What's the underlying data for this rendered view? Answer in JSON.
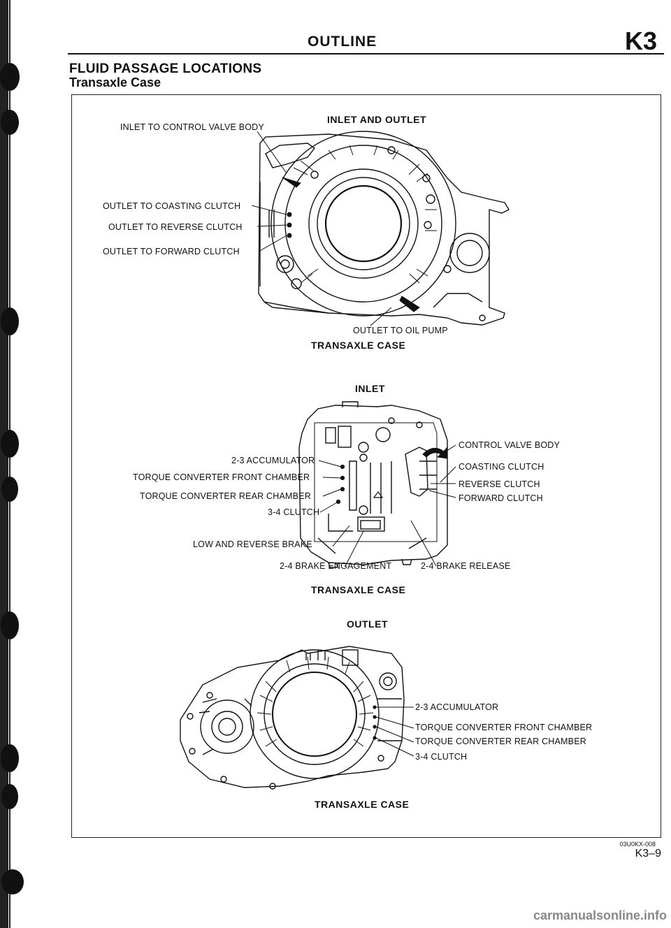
{
  "header": {
    "running_title": "OUTLINE",
    "section_code": "K3"
  },
  "section": {
    "title": "FLUID PASSAGE LOCATIONS",
    "subtitle": "Transaxle Case"
  },
  "figures": {
    "inlet_outlet": {
      "heading": "INLET AND OUTLET",
      "caption": "TRANSAXLE CASE",
      "labels": {
        "inlet_cv": "INLET TO CONTROL VALVE BODY",
        "out_coast": "OUTLET TO COASTING CLUTCH",
        "out_rev": "OUTLET TO REVERSE CLUTCH",
        "out_fwd": "OUTLET TO FORWARD CLUTCH",
        "out_pump": "OUTLET TO OIL PUMP"
      }
    },
    "inlet": {
      "heading": "INLET",
      "caption": "TRANSAXLE CASE",
      "labels": {
        "acc23": "2-3 ACCUMULATOR",
        "tc_front": "TORQUE CONVERTER FRONT CHAMBER",
        "tc_rear": "TORQUE CONVERTER REAR CHAMBER",
        "cl34": "3-4 CLUTCH",
        "low_rev": "LOW AND REVERSE BRAKE",
        "cvb": "CONTROL VALVE BODY",
        "coast": "COASTING CLUTCH",
        "rev": "REVERSE CLUTCH",
        "fwd": "FORWARD CLUTCH",
        "b24_eng": "2-4 BRAKE ENGAGEMENT",
        "b24_rel": "2-4 BRAKE RELEASE"
      }
    },
    "outlet": {
      "heading": "OUTLET",
      "caption": "TRANSAXLE CASE",
      "labels": {
        "acc23": "2-3 ACCUMULATOR",
        "tc_front": "TORQUE CONVERTER FRONT CHAMBER",
        "tc_rear": "TORQUE CONVERTER REAR CHAMBER",
        "cl34": "3-4 CLUTCH"
      }
    }
  },
  "footer": {
    "figure_code": "03U0KX-008",
    "page_number": "K3–9"
  },
  "watermark": "carmanualsonline.info"
}
